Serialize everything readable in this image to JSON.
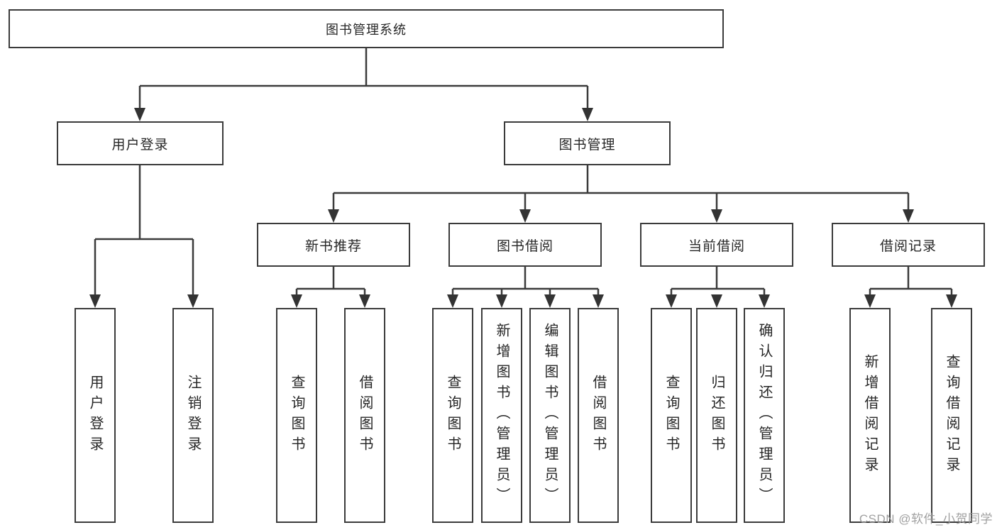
{
  "diagram_title": "图书管理系统",
  "tree": {
    "root": {
      "label": "图书管理系统"
    },
    "branches": [
      {
        "label": "用户登录",
        "children": [
          {
            "label": "用户登录"
          },
          {
            "label": "注销登录"
          }
        ]
      },
      {
        "label": "图书管理",
        "children": [
          {
            "label": "新书推荐",
            "children": [
              {
                "label": "查询图书"
              },
              {
                "label": "借阅图书"
              }
            ]
          },
          {
            "label": "图书借阅",
            "children": [
              {
                "label": "查询图书"
              },
              {
                "label": "新增图书（管理员）"
              },
              {
                "label": "编辑图书（管理员）"
              },
              {
                "label": "借阅图书"
              }
            ]
          },
          {
            "label": "当前借阅",
            "children": [
              {
                "label": "查询图书"
              },
              {
                "label": "归还图书"
              },
              {
                "label": "确认归还（管理员）"
              }
            ]
          },
          {
            "label": "借阅记录",
            "children": [
              {
                "label": "新增借阅记录"
              },
              {
                "label": "查询借阅记录"
              }
            ]
          }
        ]
      }
    ]
  },
  "watermark": {
    "text": "CSDN @软件_小贺同学"
  },
  "colors": {
    "line": "#3b3b3b",
    "text": "#262626",
    "background": "#ffffff",
    "watermark": "#9b9b9b"
  }
}
